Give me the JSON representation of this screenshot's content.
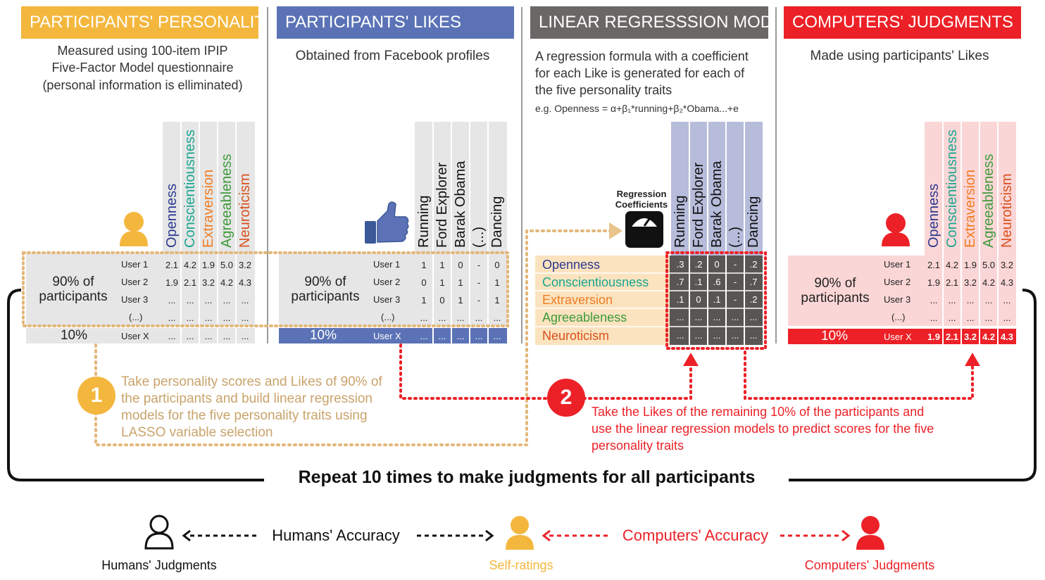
{
  "colors": {
    "orange": "#f4b73e",
    "blue": "#5b73b6",
    "gray": "#6b6766",
    "red": "#ec2127",
    "green": "#3d9a3a",
    "teal": "#1aa591",
    "trait_orange": "#f07c22",
    "trait_red": "#d9501c",
    "navy": "#2b3990"
  },
  "sections": {
    "personality": {
      "title": "PARTICIPANTS' PERSONALITY",
      "desc1": "Measured using 100-item IPIP",
      "desc2": "Five-Factor Model questionnaire",
      "desc3": "(personal information is elliminated)"
    },
    "likes": {
      "title": "PARTICIPANTS'  LIKES",
      "desc": "Obtained from Facebook profiles"
    },
    "models": {
      "title": "LINEAR REGRESSSION MODELS",
      "desc1": "A regression formula with a coefficient",
      "desc2": "for each Like is generated for each of",
      "desc3": "the five personality traits",
      "formula": "e.g. Openness = α+β₁*running+β₂*Obama...+e",
      "coef_label1": "Regression",
      "coef_label2": "Coefficients"
    },
    "computers": {
      "title": "COMPUTERS' JUDGMENTS",
      "desc": "Made using  participants' Likes"
    }
  },
  "traits": [
    "Openness",
    "Conscientiousness",
    "Extraversion",
    "Agreeableness",
    "Neuroticism"
  ],
  "likes_cols": [
    "Running",
    "Ford Explorer",
    "Barak Obama",
    "(...)",
    "Dancing"
  ],
  "users": [
    "User 1",
    "User 2",
    "User 3",
    "(...)"
  ],
  "user_x": "User X",
  "ninety": "90% of",
  "participants": "participants",
  "ten": "10%",
  "ellipsis": "...",
  "personality_rows": [
    [
      "2.1",
      "4.2",
      "1.9",
      "5.0",
      "3.2"
    ],
    [
      "1.9",
      "2.1",
      "3.2",
      "4.2",
      "4.3"
    ],
    [
      "...",
      "...",
      "...",
      "...",
      "..."
    ],
    [
      "...",
      "...",
      "...",
      "...",
      "..."
    ]
  ],
  "likes_rows": [
    [
      "1",
      "1",
      "0",
      "-",
      "0"
    ],
    [
      "0",
      "1",
      "1",
      "-",
      "1"
    ],
    [
      "1",
      "0",
      "1",
      "-",
      "1"
    ],
    [
      "...",
      "...",
      "...",
      "...",
      "..."
    ]
  ],
  "coef_rows": [
    [
      ".3",
      ".2",
      "0",
      "-",
      ".2"
    ],
    [
      ".7",
      ".1",
      ".6",
      "-",
      ".7"
    ],
    [
      ".1",
      "0",
      ".1",
      "-",
      ".2"
    ],
    [
      "...",
      "...",
      "...",
      "...",
      "..."
    ],
    [
      "...",
      "...",
      "...",
      "...",
      "..."
    ]
  ],
  "computer_rows": [
    [
      "2.1",
      "4.2",
      "1.9",
      "5.0",
      "3.2"
    ],
    [
      "1.9",
      "2.1",
      "3.2",
      "4.2",
      "4.3"
    ],
    [
      "...",
      "...",
      "...",
      "...",
      "..."
    ],
    [
      "...",
      "...",
      "...",
      "...",
      "..."
    ]
  ],
  "computer_userx": [
    "1.9",
    "2.1",
    "3.2",
    "4.2",
    "4.3"
  ],
  "step1": {
    "num": "1",
    "l1": "Take personality scores and Likes of 90% of",
    "l2": "the participants and build linear regression",
    "l3": "models for the five personality traits using",
    "l4": "LASSO variable selection"
  },
  "step2": {
    "num": "2",
    "l1": "Take the Likes of the remaining 10% of the participants and",
    "l2": "use the linear regression models to predict scores for the five",
    "l3": "personality traits"
  },
  "repeat": "Repeat 10 times to make judgments for all participants",
  "bottom": {
    "humans_accuracy": "Humans' Accuracy",
    "computers_accuracy": "Computers' Accuracy",
    "humans_judgments": "Humans' Judgments",
    "self_ratings": "Self-ratings",
    "computers_judgments": "Computers' Judgments"
  },
  "icons": [
    "person-icon",
    "thumbs-up-icon",
    "scale-icon",
    "person-outline-icon"
  ]
}
